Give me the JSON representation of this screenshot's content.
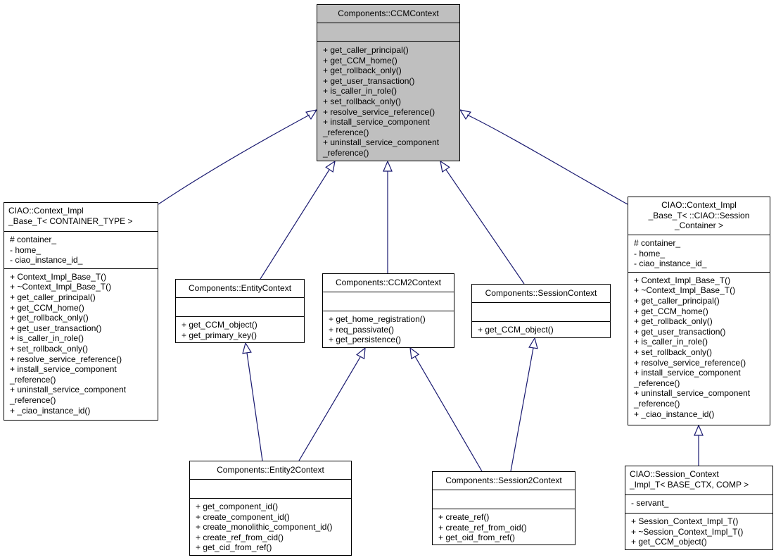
{
  "classes": {
    "ccmcontext": {
      "title": [
        "Components::CCMContext"
      ],
      "attributes": [],
      "methods": [
        "+ get_caller_principal()",
        "+ get_CCM_home()",
        "+ get_rollback_only()",
        "+ get_user_transaction()",
        "+ is_caller_in_role()",
        "+ set_rollback_only()",
        "+ resolve_service_reference()",
        "+ install_service_component",
        "_reference()",
        "+ uninstall_service_component",
        "_reference()"
      ]
    },
    "ciao_context_impl_base": {
      "title": [
        "CIAO::Context_Impl",
        "_Base_T< CONTAINER_TYPE >"
      ],
      "attributes": [
        "# container_",
        "- home_",
        "- ciao_instance_id_"
      ],
      "methods": [
        "+ Context_Impl_Base_T()",
        "+ ~Context_Impl_Base_T()",
        "+ get_caller_principal()",
        "+ get_CCM_home()",
        "+ get_rollback_only()",
        "+ get_user_transaction()",
        "+ is_caller_in_role()",
        "+ set_rollback_only()",
        "+ resolve_service_reference()",
        "+ install_service_component",
        "_reference()",
        "+ uninstall_service_component",
        "_reference()",
        "+ _ciao_instance_id()"
      ]
    },
    "ciao_context_impl_session": {
      "title": [
        "CIAO::Context_Impl",
        "_Base_T< ::CIAO::Session",
        "_Container >"
      ],
      "attributes": [
        "# container_",
        "- home_",
        "- ciao_instance_id_"
      ],
      "methods": [
        "+ Context_Impl_Base_T()",
        "+ ~Context_Impl_Base_T()",
        "+ get_caller_principal()",
        "+ get_CCM_home()",
        "+ get_rollback_only()",
        "+ get_user_transaction()",
        "+ is_caller_in_role()",
        "+ set_rollback_only()",
        "+ resolve_service_reference()",
        "+ install_service_component",
        "_reference()",
        "+ uninstall_service_component",
        "_reference()",
        "+ _ciao_instance_id()"
      ]
    },
    "entitycontext": {
      "title": [
        "Components::EntityContext"
      ],
      "attributes": [],
      "methods": [
        "+ get_CCM_object()",
        "+ get_primary_key()"
      ]
    },
    "ccm2context": {
      "title": [
        "Components::CCM2Context"
      ],
      "attributes": [],
      "methods": [
        "+ get_home_registration()",
        "+ req_passivate()",
        "+ get_persistence()"
      ]
    },
    "sessioncontext": {
      "title": [
        "Components::SessionContext"
      ],
      "attributes": [],
      "methods": [
        "+ get_CCM_object()"
      ]
    },
    "entity2context": {
      "title": [
        "Components::Entity2Context"
      ],
      "attributes": [],
      "methods": [
        "+ get_component_id()",
        "+ create_component_id()",
        "+ create_monolithic_component_id()",
        "+ create_ref_from_cid()",
        "+ get_cid_from_ref()"
      ]
    },
    "session2context": {
      "title": [
        "Components::Session2Context"
      ],
      "attributes": [],
      "methods": [
        "+ create_ref()",
        "+ create_ref_from_oid()",
        "+ get_oid_from_ref()"
      ]
    },
    "session_context_impl": {
      "title": [
        "CIAO::Session_Context",
        "_Impl_T< BASE_CTX, COMP >"
      ],
      "attributes": [
        "- servant_"
      ],
      "methods": [
        "+ Session_Context_Impl_T()",
        "+ ~Session_Context_Impl_T()",
        "+ get_CCM_object()"
      ]
    }
  },
  "inheritance": [
    {
      "child": "ciao_context_impl_base",
      "parent": "ccmcontext"
    },
    {
      "child": "entitycontext",
      "parent": "ccmcontext"
    },
    {
      "child": "ccm2context",
      "parent": "ccmcontext"
    },
    {
      "child": "sessioncontext",
      "parent": "ccmcontext"
    },
    {
      "child": "ciao_context_impl_session",
      "parent": "ccmcontext"
    },
    {
      "child": "entity2context",
      "parent": "entitycontext"
    },
    {
      "child": "entity2context",
      "parent": "ccm2context"
    },
    {
      "child": "session2context",
      "parent": "ccm2context"
    },
    {
      "child": "session2context",
      "parent": "sessioncontext"
    },
    {
      "child": "session_context_impl",
      "parent": "ciao_context_impl_session"
    }
  ],
  "colors": {
    "highlight": "#bfbfbf",
    "edge": "#191970",
    "border": "#000000"
  }
}
